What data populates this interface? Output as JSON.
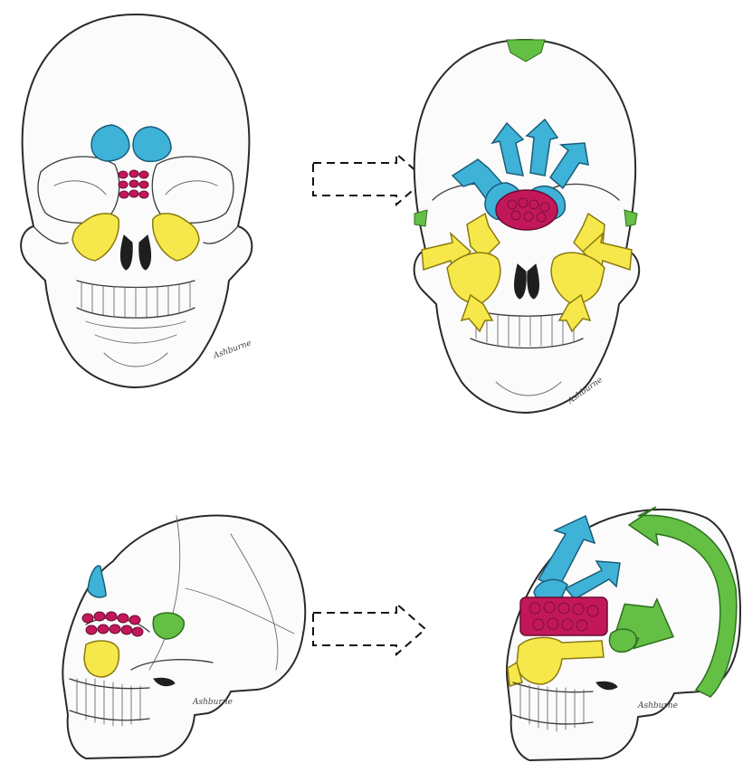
{
  "figure": {
    "panels": [
      {
        "view": "frontal",
        "state": "before"
      },
      {
        "view": "frontal",
        "state": "after"
      },
      {
        "view": "lateral",
        "state": "before"
      },
      {
        "view": "lateral",
        "state": "after"
      }
    ],
    "transition_arrows": 2,
    "artist_signature": "Ashburne",
    "colors": {
      "frontal_sinus": "#3fb2d8",
      "ethmoid_cells": "#c2185b",
      "maxillary_sinus": "#f6e84a",
      "sphenoid_sinus": "#64c044",
      "outline": "#2a2a2a"
    }
  }
}
